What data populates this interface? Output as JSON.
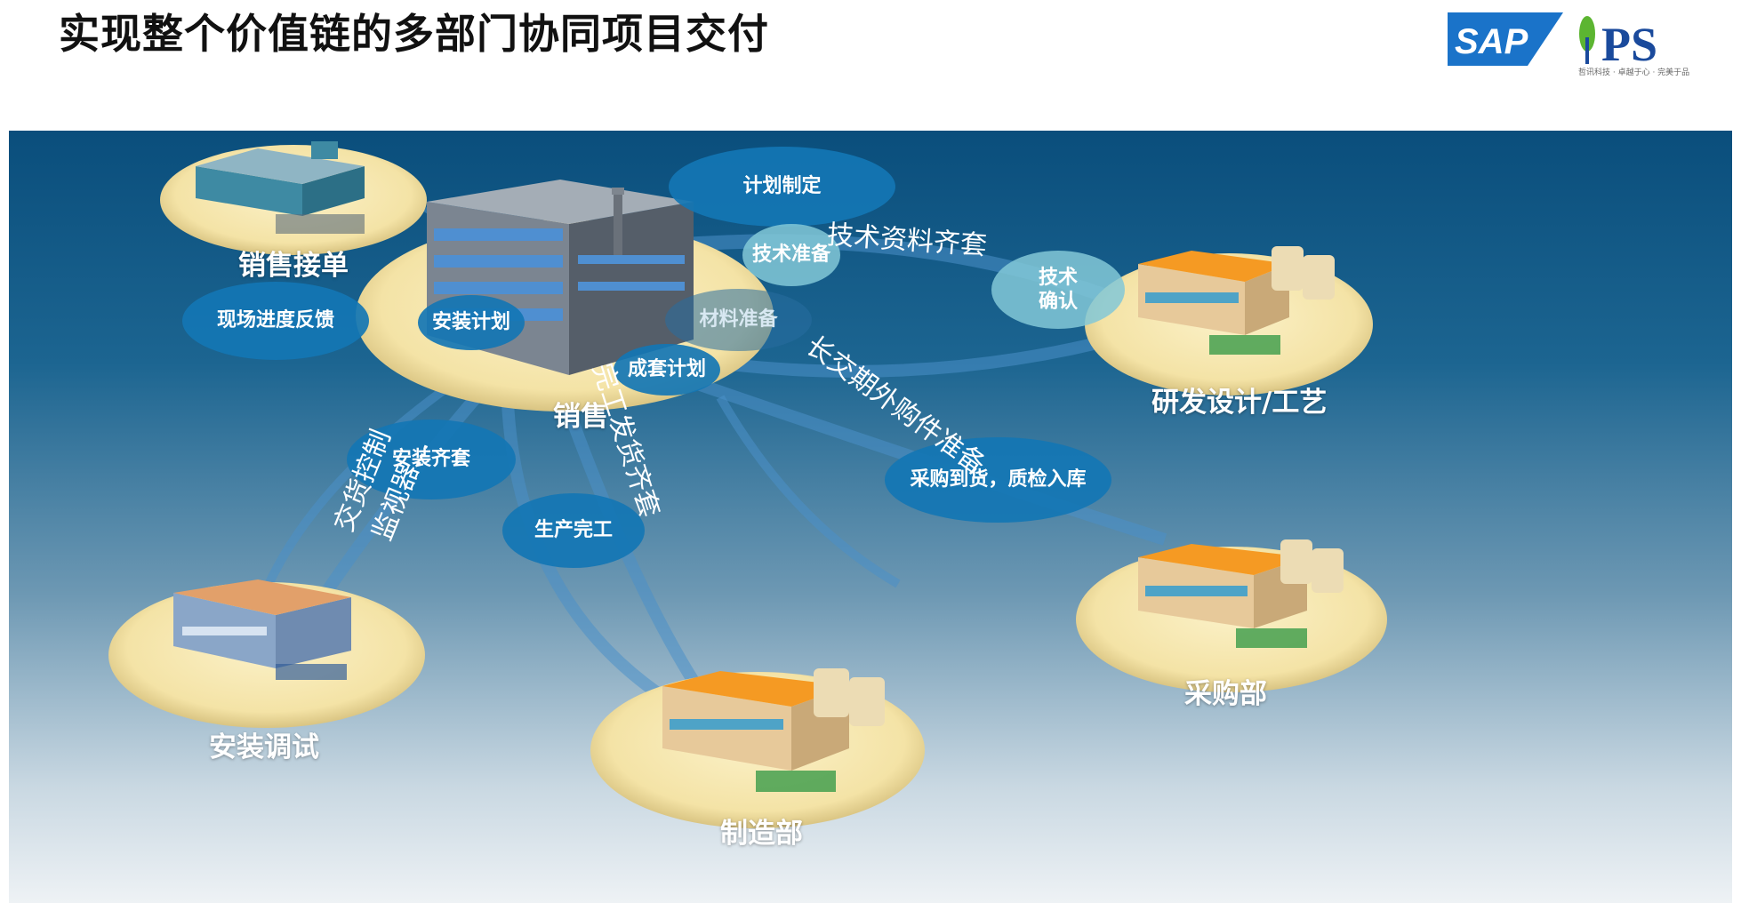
{
  "page": {
    "title": "实现整个价值链的多部门协同项目交付"
  },
  "logos": {
    "sap": "SAP",
    "ps": "PS",
    "ps_slogan": "哲讯科技 · 卓越于心 · 完美于品"
  },
  "departments": {
    "sales_order": "销售接单",
    "sales": "销售",
    "rd": "研发设计/工艺",
    "purchase": "采购部",
    "manufacturing": "制造部",
    "installation": "安装调试"
  },
  "bubbles": {
    "plan": "计划制定",
    "tech_prep": "技术准备",
    "tech_confirm": "技术\n确认",
    "site_feedback": "现场进度反馈",
    "install_plan": "安装计划",
    "material_prep": "材料准备",
    "kit_plan": "成套计划",
    "install_kit": "安装齐套",
    "production_done": "生产完工",
    "purchase_arrival": "采购到货，质检入库"
  },
  "flows": {
    "tech_docs": "技术资料齐套",
    "long_lead": "长交期外购件准备",
    "complete_ship": "完工发货齐套",
    "delivery_control_1": "交货控制",
    "delivery_control_2": "监视器…"
  },
  "colors": {
    "bubble_blue": "#1476b4",
    "platform_yellow": "#f7e8b0",
    "building_orange": "#f59a23"
  }
}
